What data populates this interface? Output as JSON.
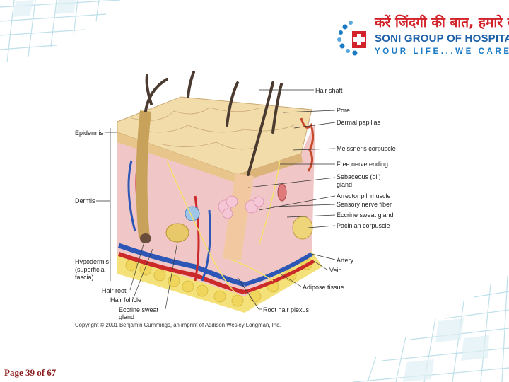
{
  "header": {
    "tagline_hindi": "करें जिंदगी की बात, हमारे साथ",
    "brand": "SONI GROUP OF HOSPITALS",
    "slogan": "YOUR LIFE...WE CARE!"
  },
  "colors": {
    "brand_red": "#d2232a",
    "brand_blue": "#1a5fa8",
    "tile_blue": "#bfe0ea",
    "page_number": "#8b1a1a"
  },
  "figure": {
    "labels_right": {
      "hair_shaft": "Hair shaft",
      "pore": "Pore",
      "dermal_papillae": "Dermal papillae",
      "meissners_corpuscle": "Meissner's corpuscle",
      "free_nerve_ending": "Free nerve ending",
      "sebaceous_gland_line1": "Sebaceous (oil)",
      "sebaceous_gland_line2": "gland",
      "arrector_pili": "Arrector pili muscle",
      "sensory_nerve": "Sensory nerve fiber",
      "eccrine_gland": "Eccrine sweat gland",
      "pacinian": "Pacinian corpuscle",
      "artery": "Artery",
      "vein": "Vein",
      "adipose": "Adipose tissue",
      "root_hair_plexus": "Root hair plexus"
    },
    "labels_left": {
      "epidermis": "Epidermis",
      "dermis": "Dermis",
      "hypodermis_line1": "Hypodermis",
      "hypodermis_line2": "(superficial",
      "hypodermis_line3": "fascia)",
      "hair_root": "Hair root",
      "hair_follicle": "Hair follicle",
      "eccrine_duct_line1": "Eccrine sweat",
      "eccrine_duct_line2": "gland"
    },
    "copyright": "Copyright © 2001 Benjamin Cummings, an imprint of Addison Wesley Longman, Inc."
  },
  "footer": {
    "page_number": "Page 39 of 67"
  }
}
